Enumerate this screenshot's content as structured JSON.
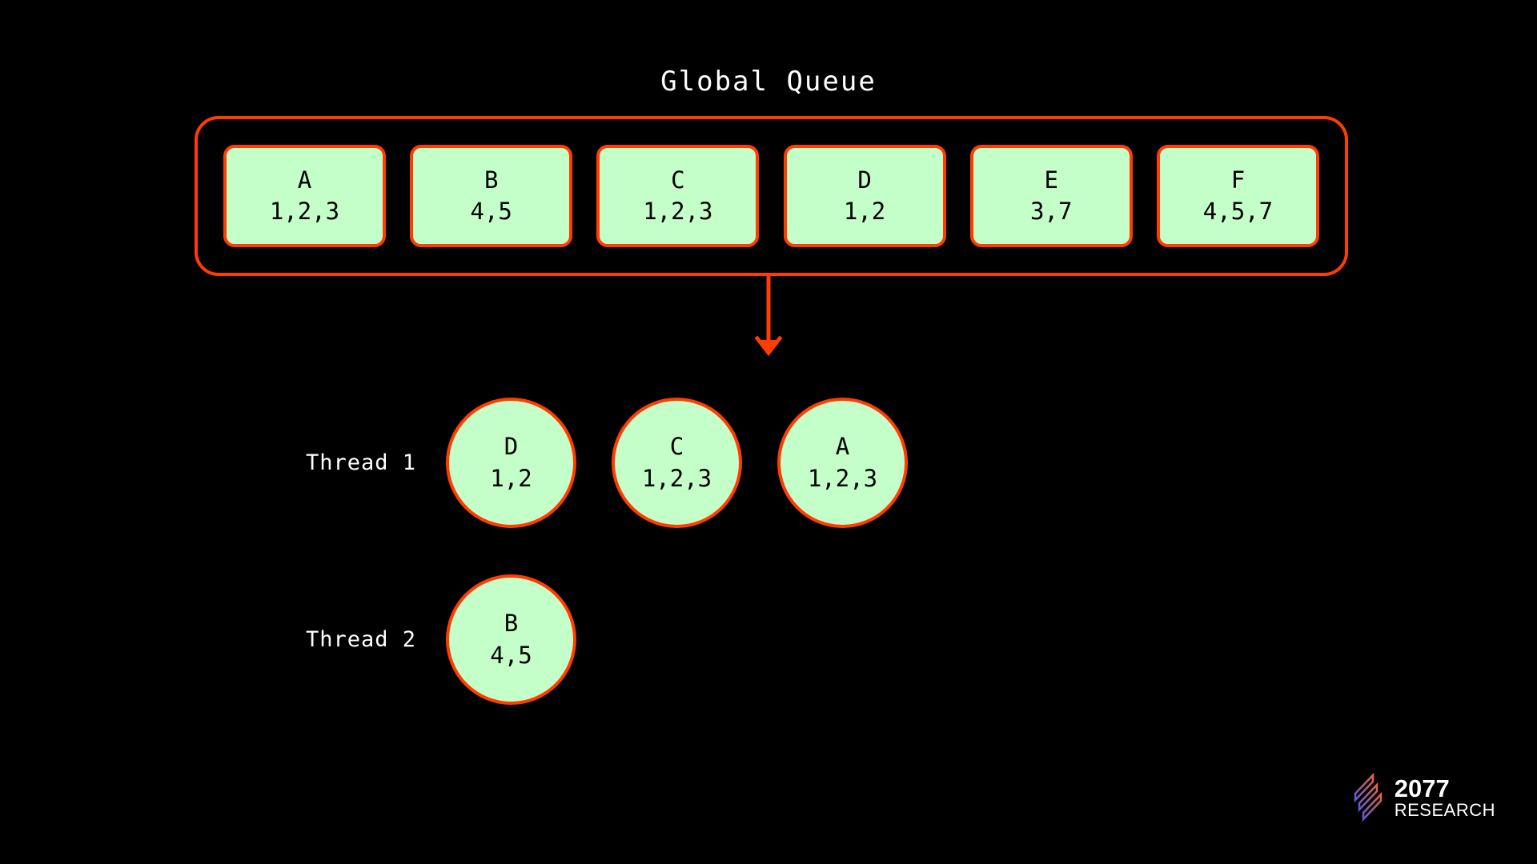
{
  "diagram": {
    "background_color": "#000000",
    "accent_color": "#ff3d00",
    "node_fill_color": "#c4ffc9",
    "text_color": "#ffffff",
    "node_text_color": "#000000",
    "title": "Global Queue"
  },
  "global_queue": {
    "label": "Global Queue",
    "items": [
      {
        "letter": "A",
        "nums": "1,2,3"
      },
      {
        "letter": "B",
        "nums": "4,5"
      },
      {
        "letter": "C",
        "nums": "1,2,3"
      },
      {
        "letter": "D",
        "nums": "1,2"
      },
      {
        "letter": "E",
        "nums": "3,7"
      },
      {
        "letter": "F",
        "nums": "4,5,7"
      }
    ]
  },
  "arrow": {
    "name": "downward-arrow",
    "direction": "down",
    "color": "#ff3d00"
  },
  "threads": [
    {
      "label": "Thread 1",
      "tasks": [
        {
          "letter": "D",
          "nums": "1,2"
        },
        {
          "letter": "C",
          "nums": "1,2,3"
        },
        {
          "letter": "A",
          "nums": "1,2,3"
        }
      ]
    },
    {
      "label": "Thread 2",
      "tasks": [
        {
          "letter": "B",
          "nums": "4,5"
        }
      ]
    }
  ],
  "logo": {
    "name": "2077",
    "subtitle": "RESEARCH",
    "mark_gradient_from": "#e8604a",
    "mark_gradient_to": "#5b5bd6"
  }
}
